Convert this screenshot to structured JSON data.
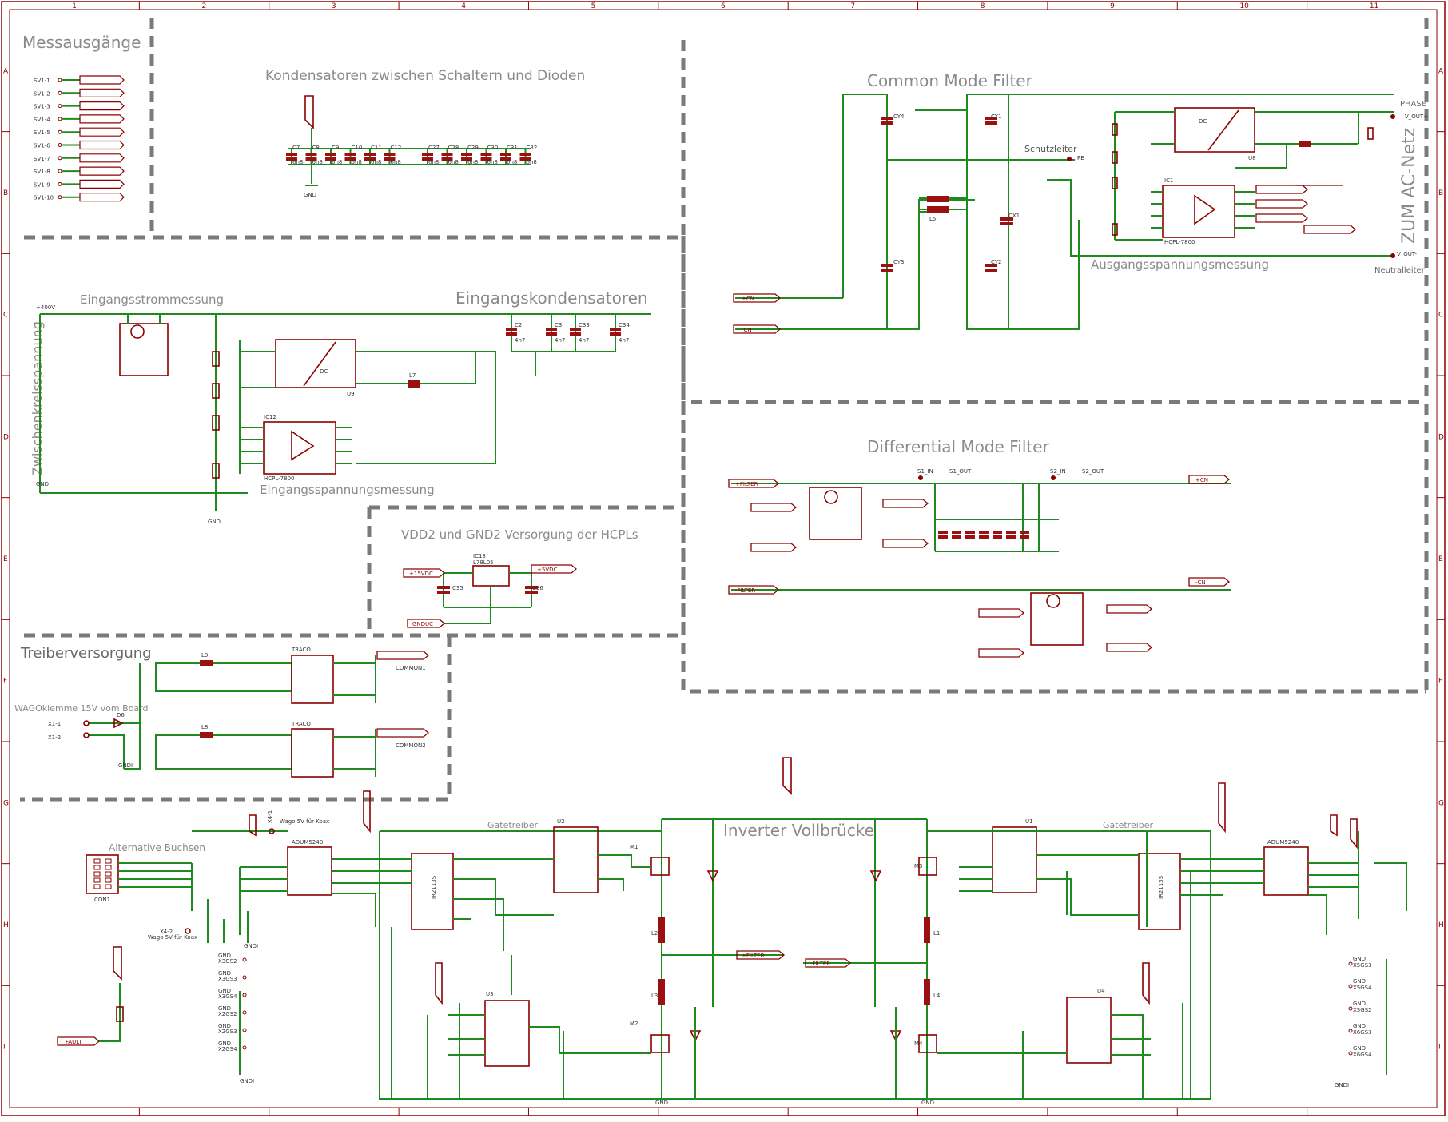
{
  "frame": {
    "columns": [
      "1",
      "2",
      "3",
      "4",
      "5",
      "6",
      "7",
      "8",
      "9",
      "10",
      "11"
    ],
    "rows": [
      "A",
      "B",
      "C",
      "D",
      "E",
      "F",
      "G",
      "H",
      "I"
    ]
  },
  "sections": {
    "messausgaenge": "Messausgänge",
    "kondensatoren": "Kondensatoren zwischen Schaltern und Dioden",
    "common_mode": "Common Mode Filter",
    "eingangsstrom": "Eingangsstrommessung",
    "eingangskondensatoren": "Eingangskondensatoren",
    "zwischenkreis": "Zwischenkreisspannung",
    "eingangsspannung": "Eingangsspannungsmessung",
    "differential_mode": "Differential Mode Filter",
    "vdd2": "VDD2 und GND2 Versorgung der HCPLs",
    "treiber": "Treiberversorgung",
    "wago": "WAGOklemme 15V vom Board",
    "inverter": "Inverter Vollbrücke",
    "alternative": "Alternative Buchsen",
    "gatetreiber_left": "Gatetreiber",
    "gatetreiber_right": "Gatetreiber",
    "ausgangsspannung": "Ausgangsspannungsmessung",
    "zum_ac_netz": "ZUM AC-Netz",
    "schutzleiter": "Schutzleiter",
    "phase": "PHASE",
    "neutralleiter": "Neutralleiter",
    "vout_plus": "V_OUT+",
    "vout_minus": "V_OUT-",
    "pe": "PE"
  },
  "sv_pins": [
    "SV1-1",
    "SV1-2",
    "SV1-3",
    "SV1-4",
    "SV1-5",
    "SV1-6",
    "SV1-7",
    "SV1-8",
    "SV1-9",
    "SV1-10"
  ],
  "kond_caps_a": [
    "C7",
    "C8",
    "C9",
    "C10",
    "C11",
    "C12"
  ],
  "kond_caps_b": [
    "C27",
    "C28",
    "C29",
    "C30",
    "C31",
    "C32"
  ],
  "kond_value": "6n8",
  "gnd": "GND",
  "gndi": "GNDI",
  "cm_parts": {
    "cy4": "CY4",
    "cy3": "CY3",
    "cy1": "CY1",
    "cy2": "CY2",
    "cx1": "CX1",
    "l5": "L5",
    "u8": "U8",
    "ic1": "IC1",
    "hcpl": "HCPL-7800",
    "dc": "DC"
  },
  "in_parts": {
    "v400": "+400V",
    "u9": "U9",
    "ic12": "IC12",
    "hcpl": "HCPL-7800",
    "l7": "L7",
    "dc": "DC",
    "caps": [
      "C2",
      "C3",
      "C33",
      "C34"
    ],
    "cap_val": "4n7"
  },
  "dm_parts": {
    "s1_in": "S1_IN",
    "s1_out": "S1_OUT",
    "s2_in": "S2_IN",
    "s2_out": "S2_OUT",
    "filter_plus": "+FILTER",
    "filter_minus": "-FILTER",
    "cn_plus": "+CN",
    "cn_minus": "-CN"
  },
  "vdd_parts": {
    "ic13": "IC13",
    "reg": "L78L05",
    "c35": "C35",
    "c36": "C36",
    "in": "+15VDC",
    "out": "+5VDC",
    "gnd": "GNDUC"
  },
  "treiber_parts": {
    "common1": "COMMON1",
    "common2": "COMMON2",
    "x1_1": "X1-1",
    "x1_2": "X1-2",
    "d6": "D6",
    "l9": "L9",
    "l8": "L8",
    "traco": "TRACO"
  },
  "inverter_parts": {
    "u1": "U1",
    "u2": "U2",
    "u3": "U3",
    "u4": "U4",
    "m1": "M1",
    "m2": "M2",
    "m3": "M3",
    "m4": "M4",
    "l1": "L1",
    "l2": "L2",
    "l3": "L3",
    "l4": "L4",
    "adum_left": "ADUM5240",
    "adum_right": "ADUM5240",
    "ir_left": "IR2113S",
    "ir_right": "IR2113S",
    "wago1": "Wago 5V für Koax",
    "wago2": "Wago 5V für Koax",
    "x4_1": "X4-1",
    "x4_2": "X4-2",
    "con1": "CON1",
    "fault": "FAULT",
    "x3_labels": [
      "X3GS2",
      "X3GS3",
      "X3GS4",
      "X2GS2",
      "X2GS3",
      "X2GS4"
    ],
    "x5_labels": [
      "X5GS3",
      "X5GS4",
      "X5GS2",
      "X6GS3",
      "X6GS4"
    ]
  }
}
